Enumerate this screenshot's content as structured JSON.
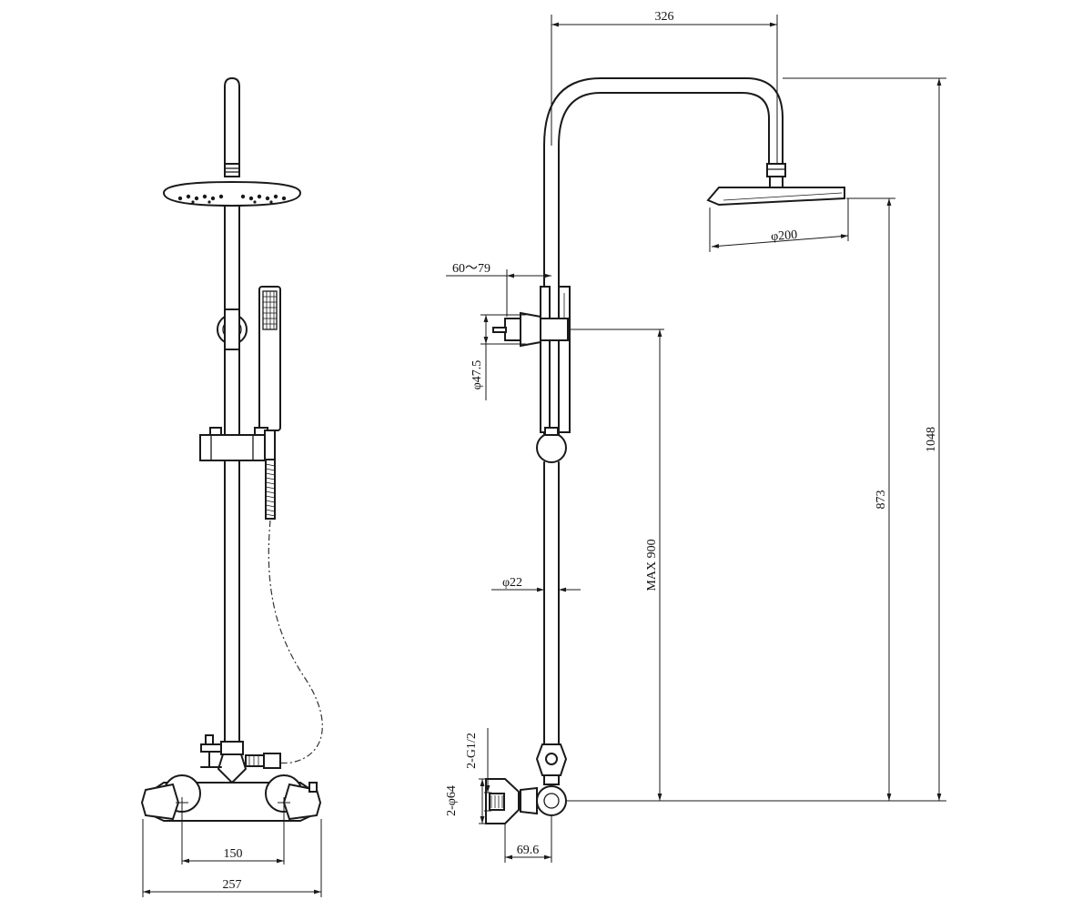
{
  "drawing": {
    "dimensions": {
      "front_valve_centers": "150",
      "front_overall_width": "257",
      "arm_reach": "326",
      "head_diameter": "φ200",
      "holder_range": "60～79",
      "holder_diameter": "φ47.5",
      "riser_diameter": "φ22",
      "max_height": "MAX 900",
      "head_height": "873",
      "overall_height": "1048",
      "inlet_thread": "2-G1/2",
      "eccentric_diameter": "2-φ64",
      "valve_depth": "69.6"
    }
  }
}
